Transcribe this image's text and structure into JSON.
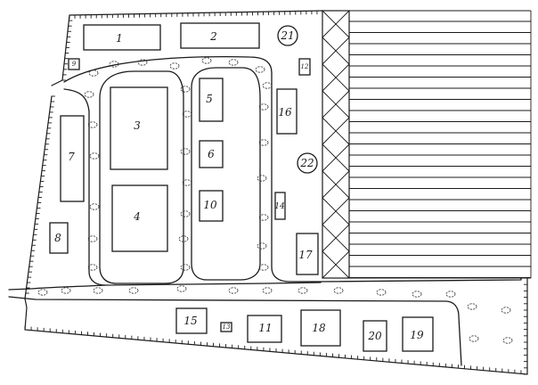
{
  "buildings": [
    {
      "id": "b1",
      "label": "1"
    },
    {
      "id": "b2",
      "label": "2"
    },
    {
      "id": "b3",
      "label": "3"
    },
    {
      "id": "b4",
      "label": "4"
    },
    {
      "id": "b5",
      "label": "5"
    },
    {
      "id": "b6",
      "label": "6"
    },
    {
      "id": "b7",
      "label": "7"
    },
    {
      "id": "b8",
      "label": "8"
    },
    {
      "id": "b9",
      "label": "9"
    },
    {
      "id": "b10",
      "label": "10"
    },
    {
      "id": "b11",
      "label": "11"
    },
    {
      "id": "b12",
      "label": "12"
    },
    {
      "id": "b13",
      "label": "13"
    },
    {
      "id": "b14",
      "label": "14"
    },
    {
      "id": "b15",
      "label": "15"
    },
    {
      "id": "b16",
      "label": "16"
    },
    {
      "id": "b17",
      "label": "17"
    },
    {
      "id": "b18",
      "label": "18"
    },
    {
      "id": "b19",
      "label": "19"
    },
    {
      "id": "b20",
      "label": "20"
    }
  ],
  "circles": [
    {
      "id": "c21",
      "label": "21"
    },
    {
      "id": "c22",
      "label": "22"
    }
  ]
}
